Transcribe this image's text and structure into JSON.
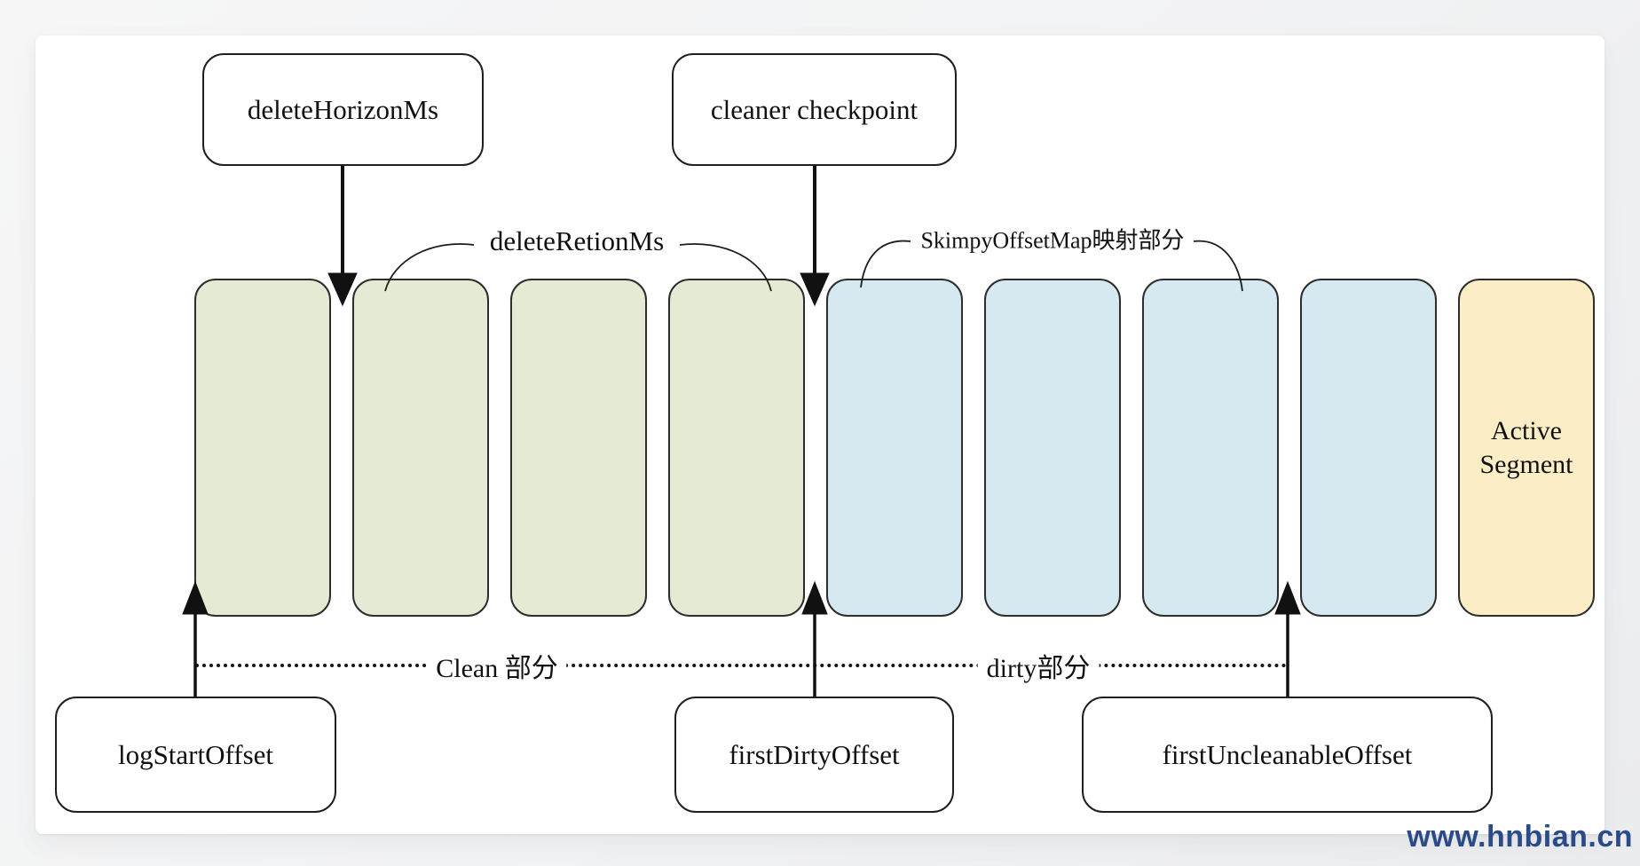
{
  "watermark": "www.hnbian.cn",
  "diagram": {
    "top_boxes": [
      {
        "label": "deleteHorizonMs"
      },
      {
        "label": "cleaner checkpoint"
      }
    ],
    "brace_labels": [
      {
        "label": "deleteRetionMs"
      },
      {
        "label": "SkimpyOffsetMap映射部分"
      }
    ],
    "segments": [
      {
        "type": "clean"
      },
      {
        "type": "clean"
      },
      {
        "type": "clean"
      },
      {
        "type": "clean"
      },
      {
        "type": "dirty"
      },
      {
        "type": "dirty"
      },
      {
        "type": "dirty"
      },
      {
        "type": "dirty"
      },
      {
        "type": "active",
        "label": "Active Segment"
      }
    ],
    "region_labels": [
      {
        "label": "Clean 部分"
      },
      {
        "label": "dirty部分"
      }
    ],
    "bottom_boxes": [
      {
        "label": "logStartOffset"
      },
      {
        "label": "firstDirtyOffset"
      },
      {
        "label": "firstUncleanableOffset"
      }
    ],
    "colors": {
      "clean_segment": "#e4ead4",
      "dirty_segment": "#d7e9f0",
      "active_segment": "#fbeec6",
      "segment_border": "#2d2d2d",
      "line": "#111111",
      "watermark": "#2b4a8a"
    }
  }
}
